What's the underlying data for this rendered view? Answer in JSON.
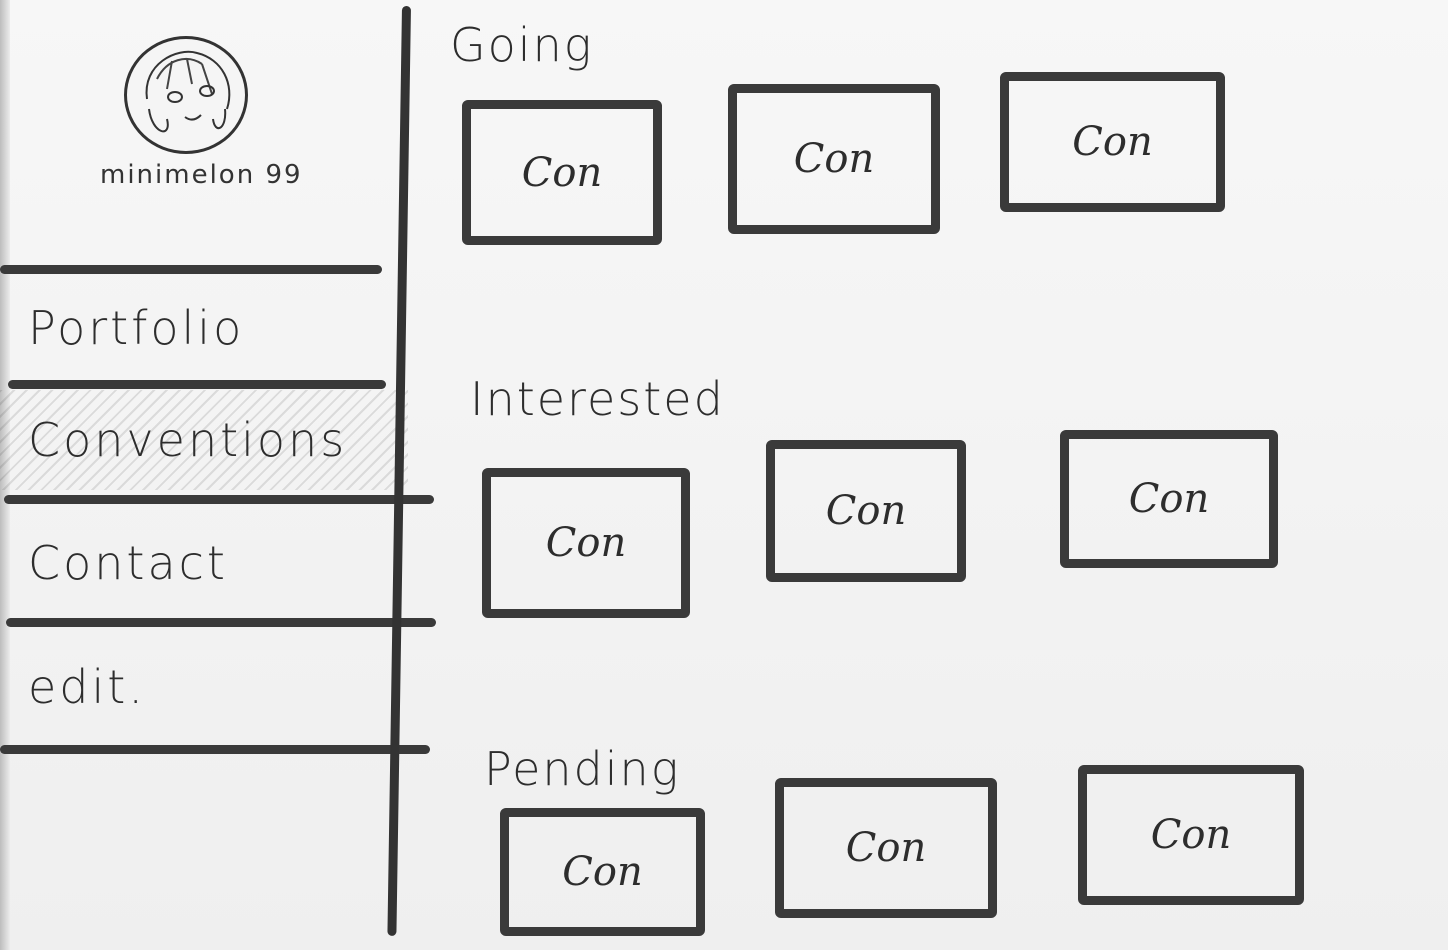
{
  "profile": {
    "username": "minimelon 99"
  },
  "nav": {
    "items": [
      {
        "label": "Portfolio"
      },
      {
        "label": "Conventions",
        "active": true
      },
      {
        "label": "Contact"
      },
      {
        "label": "edit."
      }
    ]
  },
  "sections": [
    {
      "title": "Going",
      "cards": [
        "Con",
        "Con",
        "Con"
      ]
    },
    {
      "title": "Interested",
      "cards": [
        "Con",
        "Con",
        "Con"
      ]
    },
    {
      "title": "Pending",
      "cards": [
        "Con",
        "Con",
        "Con"
      ]
    }
  ]
}
